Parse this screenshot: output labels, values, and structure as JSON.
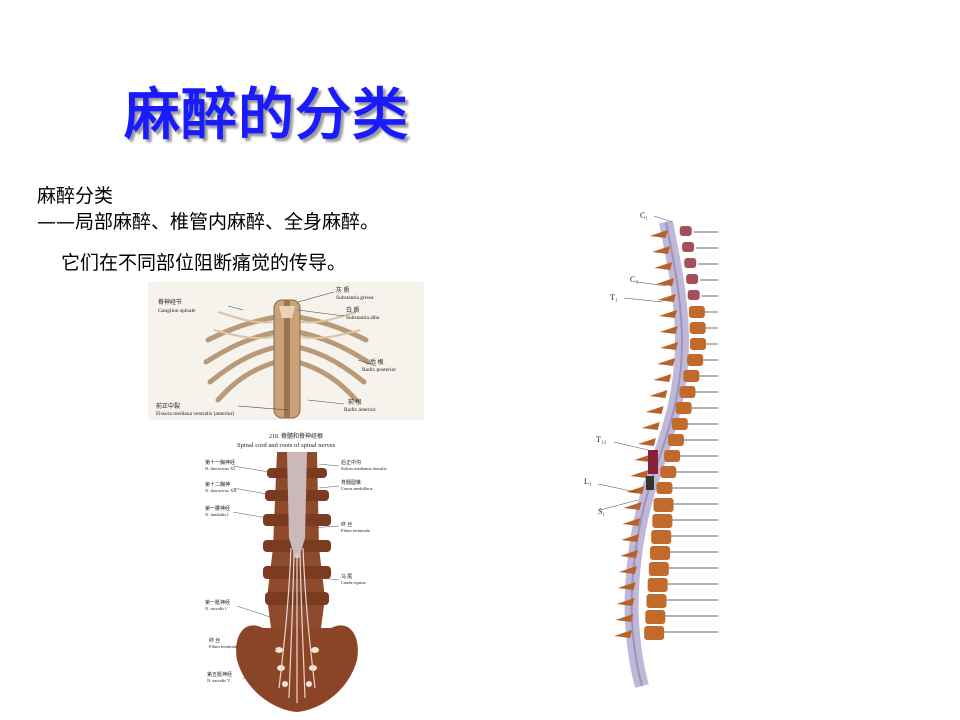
{
  "slide": {
    "title": "麻醉的分类",
    "body": {
      "line1": "麻醉分类",
      "line2": "——局部麻醉、椎管内麻醉、全身麻醉。",
      "line3": "它们在不同部位阻断痛觉的传导。"
    }
  },
  "figure_cross_section": {
    "labels": {
      "gray_cn": "灰 质",
      "gray_la": "Substantia grisea",
      "ganglion_cn": "脊神经节",
      "ganglion_la": "Ganglion spinale",
      "white_cn": "白 质",
      "white_la": "Substantia alba",
      "posterior_cn": "后 根",
      "posterior_la": "Radix posterior",
      "fissure_cn": "前正中裂",
      "fissure_la": "Fissura mediana ventralis (anterior)",
      "anterior_cn": "前 根",
      "anterior_la": "Radix anterior"
    }
  },
  "figure_cord_roots": {
    "caption_num": "218. 脊髓和脊神经根",
    "caption_en": "Spinal cord and roots of spinal nerves",
    "labels": {
      "t11_cn": "第十一胸神经",
      "t11_la": "N. thoracicus XI",
      "t12_cn": "第十二胸神",
      "t12_la": "N. thoracicus XII",
      "l1_cn": "第一腰神经",
      "l1_la": "N. lumbalis I",
      "sulcus_cn": "后正中沟",
      "sulcus_la": "Sulcus medianus dorsalis",
      "conus_cn": "脊髓圆锥",
      "conus_la": "Conus medullaris",
      "filum_cn": "终 丝",
      "filum_la": "Filum terminale",
      "cauda_cn": "马 尾",
      "cauda_la": "Cauda equina",
      "s1_cn": "第一骶神经",
      "s1_la": "N. sacralis I",
      "filum2_cn": "终 丝",
      "filum2_la": "Filum terminale",
      "s5_cn": "第五骶神经",
      "s5_la": "N. sacralis V"
    }
  },
  "figure_column": {
    "labels": {
      "c1": "C₁",
      "c8": "C₈",
      "t1": "T₁",
      "t12": "T₁₂",
      "l1": "L₁",
      "s1": "S₁"
    }
  }
}
